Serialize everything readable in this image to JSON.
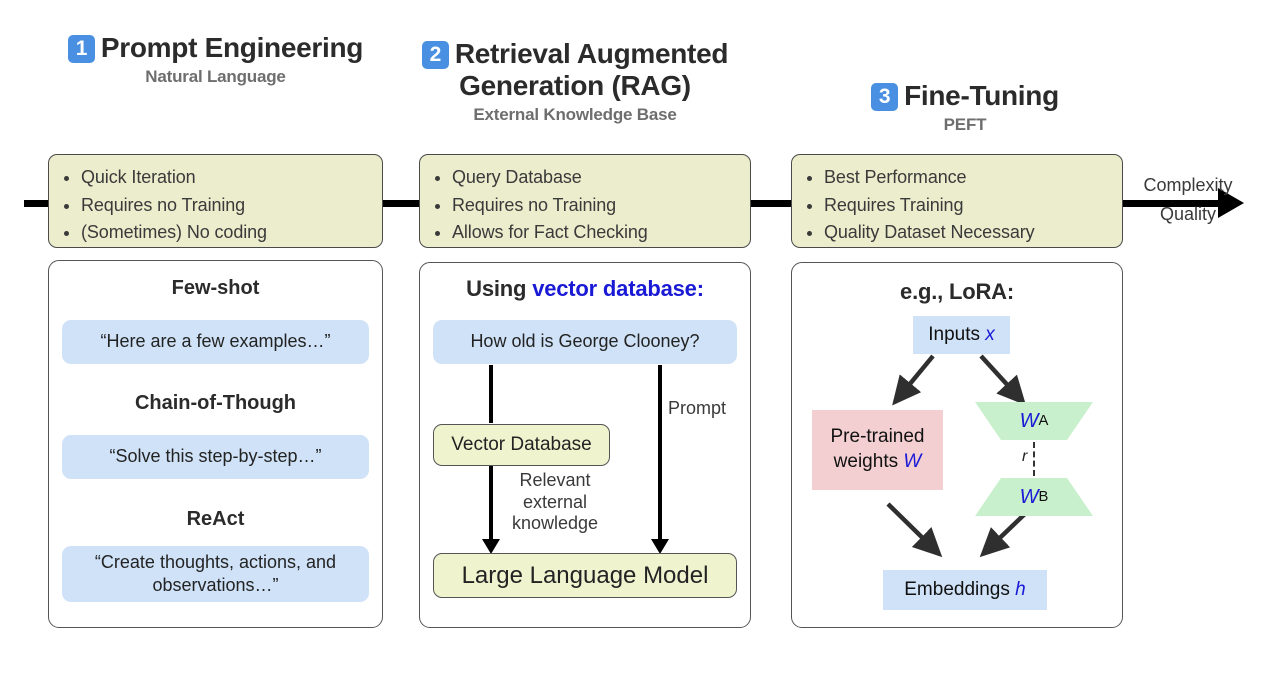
{
  "columns": [
    {
      "number": "1",
      "title": "Prompt Engineering",
      "subtitle": "Natural Language",
      "bullets": [
        "Quick Iteration",
        "Requires no Training",
        "(Sometimes) No coding"
      ]
    },
    {
      "number": "2",
      "title": "Retrieval Augmented Generation (RAG)",
      "subtitle": "External Knowledge Base",
      "bullets": [
        "Query Database",
        "Requires no Training",
        "Allows for Fact Checking"
      ]
    },
    {
      "number": "3",
      "title": "Fine-Tuning",
      "subtitle": "PEFT",
      "bullets": [
        "Best Performance",
        "Requires Training",
        "Quality Dataset Necessary"
      ]
    }
  ],
  "axis_arrow": {
    "label_line1": "Complexity",
    "label_line2": "Quality",
    "icon": "right-arrow-icon"
  },
  "prompt_panel": {
    "techniques": [
      {
        "heading": "Few-shot",
        "quote": "“Here are a few examples…”"
      },
      {
        "heading": "Chain-of-Though",
        "quote": "“Solve this step-by-step…”"
      },
      {
        "heading": "ReAct",
        "quote": "“Create thoughts, actions, and observations…”"
      }
    ]
  },
  "rag_panel": {
    "title_prefix": "Using ",
    "title_highlight": "vector database:",
    "query": "How old is George Clooney?",
    "vector_db": "Vector Database",
    "llm": "Large Language Model",
    "edge_left_label": "Relevant external knowledge",
    "edge_right_label": "Prompt"
  },
  "finetune_panel": {
    "title": "e.g., LoRA:",
    "inputs_label": "Inputs",
    "inputs_symbol": "x",
    "pretrained_label": "Pre-trained weights",
    "pretrained_symbol": "W",
    "adapter_a_symbol": "W",
    "adapter_a_sub": "A",
    "adapter_b_symbol": "W",
    "adapter_b_sub": "B",
    "rank_label": "r",
    "embeddings_label": "Embeddings",
    "embeddings_symbol": "h"
  },
  "colors": {
    "badge_blue": "#4a90e2",
    "bullet_yellow": "#ecedcd",
    "quote_blue": "#cfe2f7",
    "box_yellow": "#eff4cf",
    "pink": "#f3cfd1",
    "green": "#c9f0cd",
    "accent_blue": "#1a1ad6"
  }
}
